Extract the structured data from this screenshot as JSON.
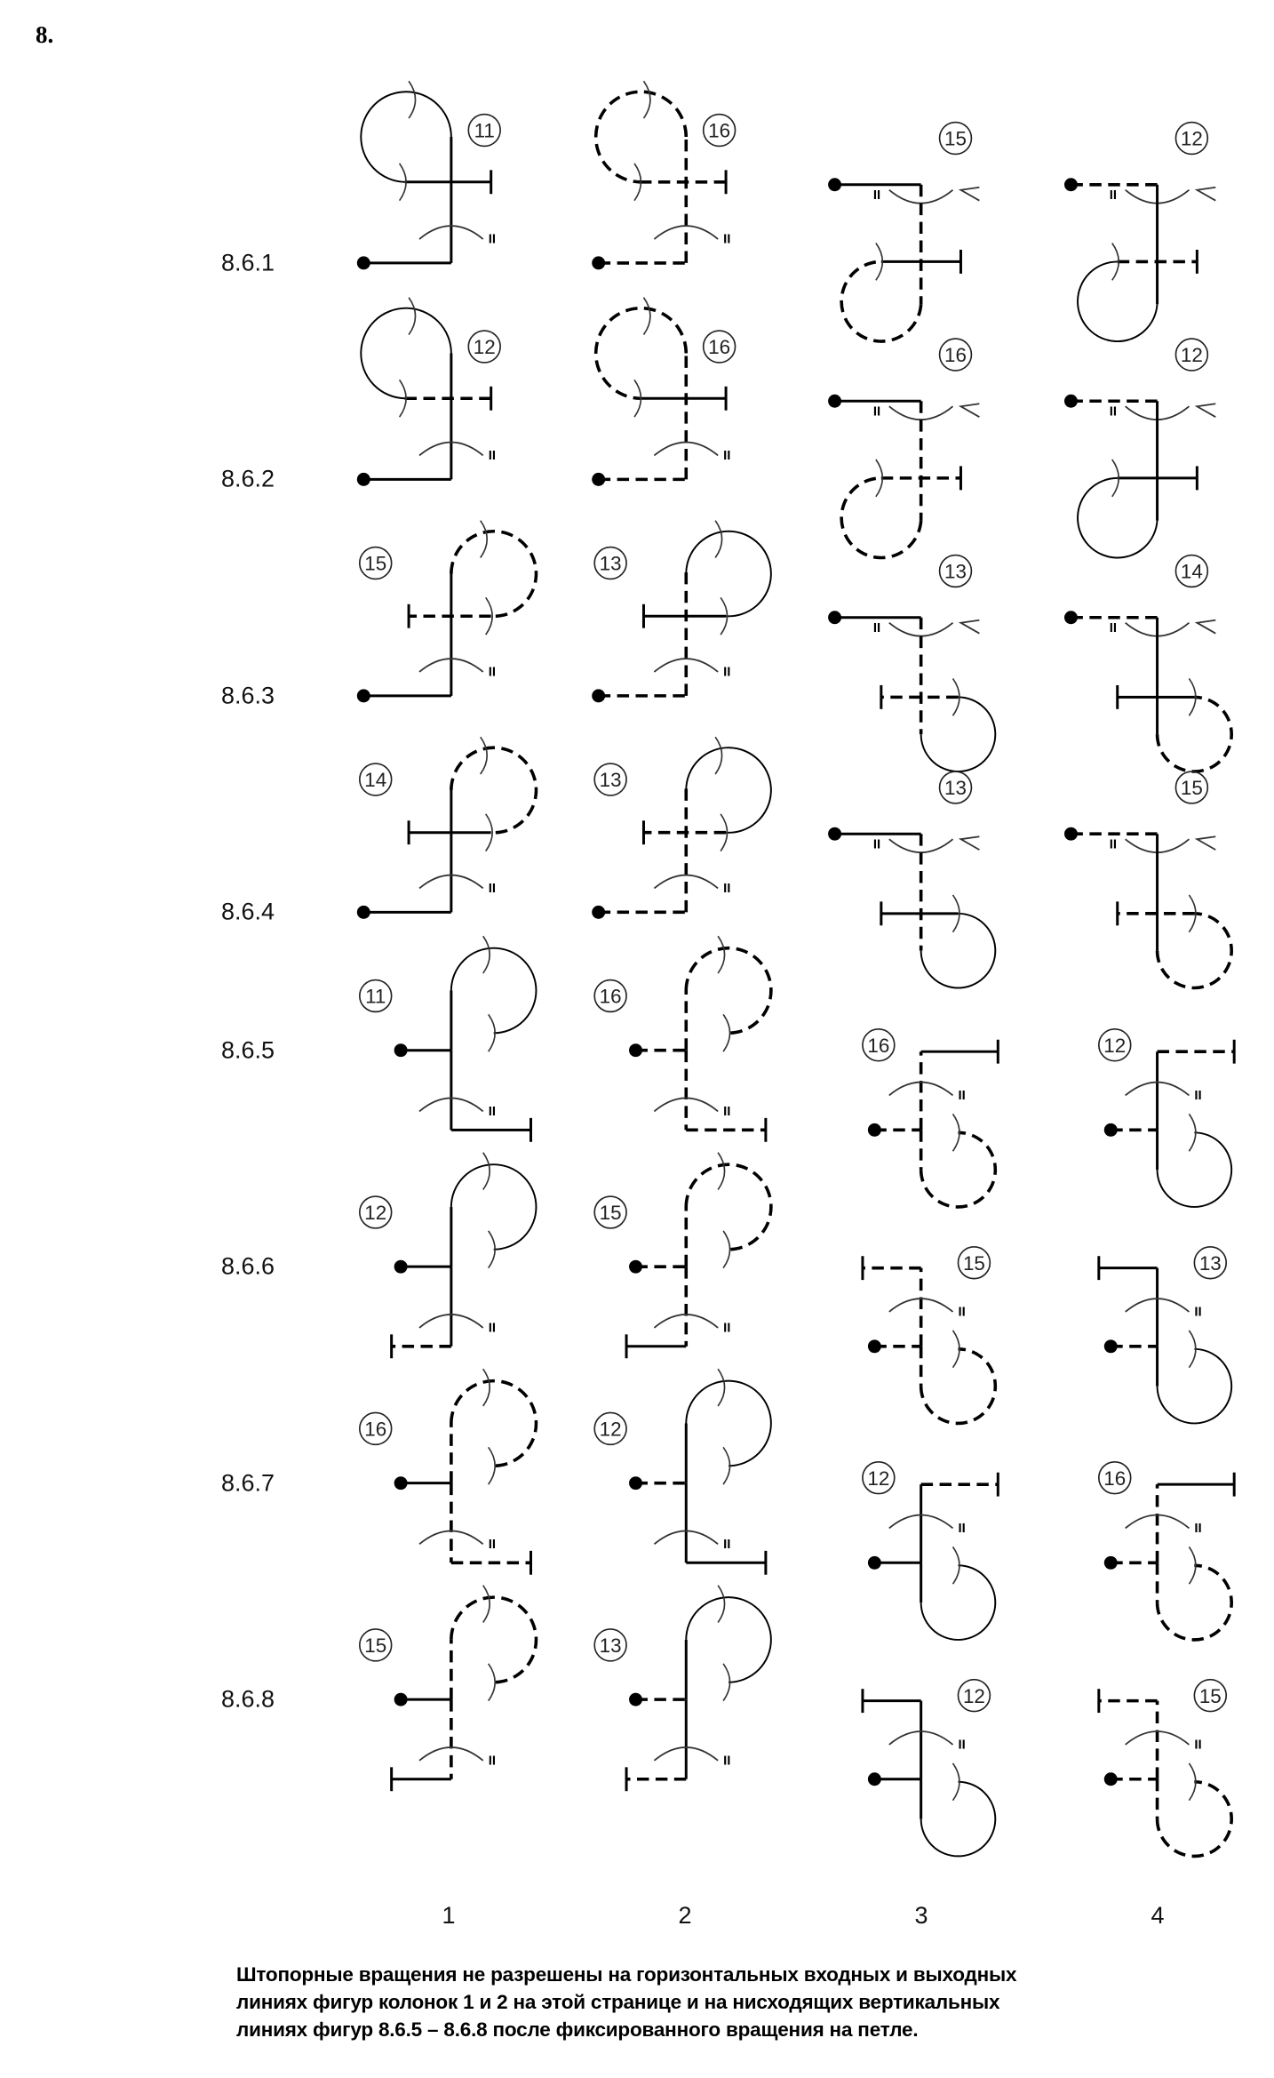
{
  "section": "8.",
  "rows": [
    {
      "label": "8.6.1",
      "figures": [
        {
          "number": "11",
          "entry": "solid",
          "vertical": "solid",
          "loop": "solid",
          "exit": "solid"
        },
        {
          "number": "16",
          "entry": "dashed",
          "vertical": "dashed",
          "loop": "dashed",
          "exit": "dashed"
        },
        {
          "number": "15",
          "entry": "solid",
          "vertical": "dashed",
          "loop": "dashed",
          "exit": "solid"
        },
        {
          "number": "12",
          "entry": "dashed",
          "vertical": "solid",
          "loop": "solid",
          "exit": "dashed"
        }
      ]
    },
    {
      "label": "8.6.2",
      "figures": [
        {
          "number": "12",
          "entry": "solid",
          "vertical": "solid",
          "loop": "solid",
          "exit": "dashed"
        },
        {
          "number": "16",
          "entry": "dashed",
          "vertical": "dashed",
          "loop": "dashed",
          "exit": "solid"
        },
        {
          "number": "16",
          "entry": "solid",
          "vertical": "dashed",
          "loop": "dashed",
          "exit": "dashed"
        },
        {
          "number": "12",
          "entry": "dashed",
          "vertical": "solid",
          "loop": "solid",
          "exit": "solid"
        }
      ]
    },
    {
      "label": "8.6.3",
      "figures": [
        {
          "number": "15",
          "entry": "solid",
          "vertical": "solid",
          "loop": "dashed",
          "exit": "dashed"
        },
        {
          "number": "13",
          "entry": "dashed",
          "vertical": "dashed",
          "loop": "solid",
          "exit": "solid"
        },
        {
          "number": "13",
          "entry": "solid",
          "vertical": "dashed",
          "loop": "solid",
          "exit": "dashed"
        },
        {
          "number": "14",
          "entry": "dashed",
          "vertical": "solid",
          "loop": "dashed",
          "exit": "solid"
        }
      ]
    },
    {
      "label": "8.6.4",
      "figures": [
        {
          "number": "14",
          "entry": "solid",
          "vertical": "solid",
          "loop": "dashed",
          "exit": "solid"
        },
        {
          "number": "13",
          "entry": "dashed",
          "vertical": "dashed",
          "loop": "solid",
          "exit": "dashed"
        },
        {
          "number": "13",
          "entry": "solid",
          "vertical": "dashed",
          "loop": "solid",
          "exit": "solid"
        },
        {
          "number": "15",
          "entry": "dashed",
          "vertical": "solid",
          "loop": "dashed",
          "exit": "dashed"
        }
      ]
    },
    {
      "label": "8.6.5",
      "figures": [
        {
          "number": "11",
          "entry": "solid",
          "vertical": "solid",
          "loop": "solid",
          "exit": "solid"
        },
        {
          "number": "16",
          "entry": "dashed",
          "vertical": "dashed",
          "loop": "dashed",
          "exit": "dashed"
        },
        {
          "number": "16",
          "entry": "dashed",
          "vertical": "dashed",
          "loop": "dashed",
          "exit": "solid"
        },
        {
          "number": "12",
          "entry": "dashed",
          "vertical": "solid",
          "loop": "solid",
          "exit": "dashed"
        }
      ]
    },
    {
      "label": "8.6.6",
      "figures": [
        {
          "number": "12",
          "entry": "solid",
          "vertical": "solid",
          "loop": "solid",
          "exit": "dashed"
        },
        {
          "number": "15",
          "entry": "dashed",
          "vertical": "dashed",
          "loop": "dashed",
          "exit": "solid"
        },
        {
          "number": "15",
          "entry": "dashed",
          "vertical": "dashed",
          "loop": "dashed",
          "exit": "dashed"
        },
        {
          "number": "13",
          "entry": "dashed",
          "vertical": "solid",
          "loop": "solid",
          "exit": "solid"
        }
      ]
    },
    {
      "label": "8.6.7",
      "figures": [
        {
          "number": "16",
          "entry": "solid",
          "vertical": "dashed",
          "loop": "dashed",
          "exit": "dashed"
        },
        {
          "number": "12",
          "entry": "dashed",
          "vertical": "solid",
          "loop": "solid",
          "exit": "solid"
        },
        {
          "number": "12",
          "entry": "solid",
          "vertical": "solid",
          "loop": "solid",
          "exit": "dashed"
        },
        {
          "number": "16",
          "entry": "dashed",
          "vertical": "dashed",
          "loop": "dashed",
          "exit": "solid"
        }
      ]
    },
    {
      "label": "8.6.8",
      "figures": [
        {
          "number": "15",
          "entry": "solid",
          "vertical": "dashed",
          "loop": "dashed",
          "exit": "solid"
        },
        {
          "number": "13",
          "entry": "dashed",
          "vertical": "solid",
          "loop": "solid",
          "exit": "dashed"
        },
        {
          "number": "12",
          "entry": "solid",
          "vertical": "solid",
          "loop": "solid",
          "exit": "solid"
        },
        {
          "number": "15",
          "entry": "dashed",
          "vertical": "dashed",
          "loop": "dashed",
          "exit": "dashed"
        }
      ]
    }
  ],
  "columns": [
    "1",
    "2",
    "3",
    "4"
  ],
  "roll_mark": "II",
  "footnote": [
    "Штопорные вращения не разрешены на горизонтальных входных и выходных",
    "линиях фигур колонок  1 и  2 на этой странице и на нисходящих вертикальных",
    "линиях фигур  8.6.5 – 8.6.8 после фиксированного вращения на петле."
  ]
}
